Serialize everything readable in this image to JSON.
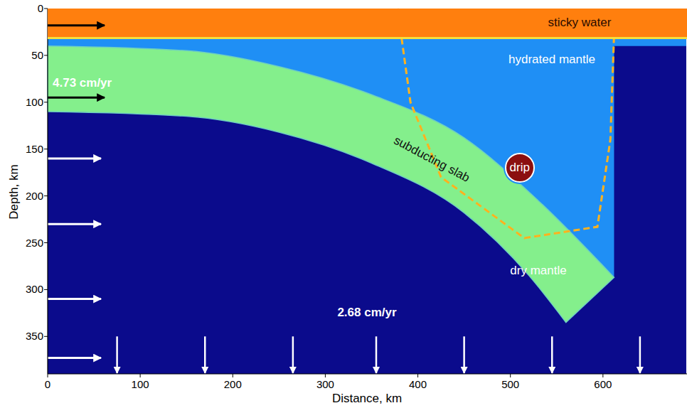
{
  "diagram": {
    "nodes": [
      {
        "text": [
          "sticky water"
        ]
      },
      {
        "text": [
          "drip"
        ]
      }
    ],
    "labels": [
      "hydrated mantle",
      "4.73 cm/yr",
      "subducting slab",
      "dry mantle",
      "2.68 cm/yr",
      "0",
      "50",
      "100",
      "150",
      "200",
      "250",
      "300",
      "350",
      "Depth, km",
      "0",
      "100",
      "200",
      "300",
      "400",
      "500",
      "600",
      "Distance, km"
    ]
  }
}
